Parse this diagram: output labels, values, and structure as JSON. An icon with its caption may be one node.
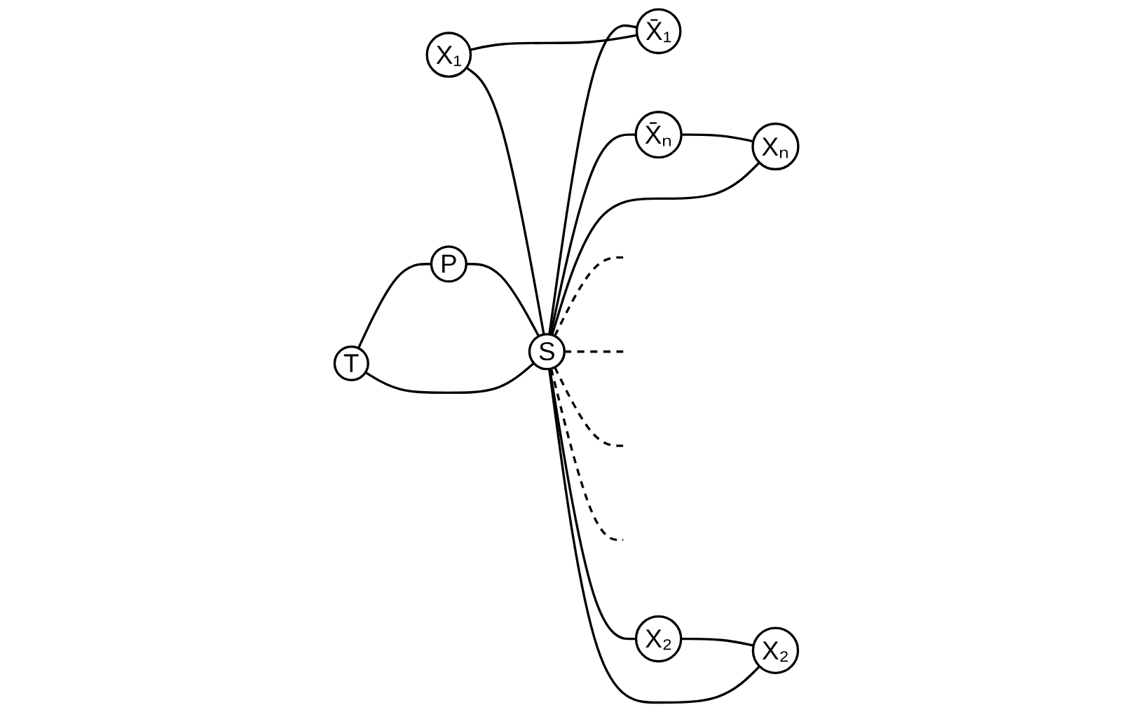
{
  "diagram": {
    "nodes": [
      {
        "text": [
          "T"
        ]
      },
      {
        "text": [
          "P"
        ]
      },
      {
        "text": [
          "S"
        ]
      },
      {
        "text": [
          "X₁"
        ]
      },
      {
        "text": [
          "X̄₁"
        ]
      },
      {
        "text": [
          "X̄ₙ"
        ]
      },
      {
        "text": [
          "Xₙ"
        ]
      },
      {
        "text": [
          "X₂"
        ]
      },
      {
        "text": [
          "X₂"
        ]
      }
    ],
    "edges": [
      {
        "from": 0,
        "to": 1,
        "arrow": "none"
      },
      {
        "from": 0,
        "to": 2,
        "arrow": "none"
      },
      {
        "from": 1,
        "to": 2,
        "arrow": "none"
      },
      {
        "from": 3,
        "to": 2,
        "arrow": "none"
      },
      {
        "from": 3,
        "to": 4,
        "arrow": "none"
      },
      {
        "from": 2,
        "to": 4,
        "arrow": "none"
      },
      {
        "from": 2,
        "to": 5,
        "arrow": "none"
      },
      {
        "from": 2,
        "to": 6,
        "arrow": "none"
      },
      {
        "from": 5,
        "to": 6,
        "arrow": "none"
      },
      {
        "from": 2,
        "to": 7,
        "arrow": "none"
      },
      {
        "from": 2,
        "to": 8,
        "arrow": "none"
      },
      {
        "from": 7,
        "to": 8,
        "arrow": "none"
      },
      {
        "from": 2,
        "to": null,
        "arrow": "none",
        "style": "dashed"
      },
      {
        "from": 2,
        "to": null,
        "arrow": "none",
        "style": "dashed"
      },
      {
        "from": 2,
        "to": null,
        "arrow": "none",
        "style": "dashed"
      },
      {
        "from": 2,
        "to": null,
        "arrow": "none",
        "style": "dashed"
      }
    ]
  }
}
